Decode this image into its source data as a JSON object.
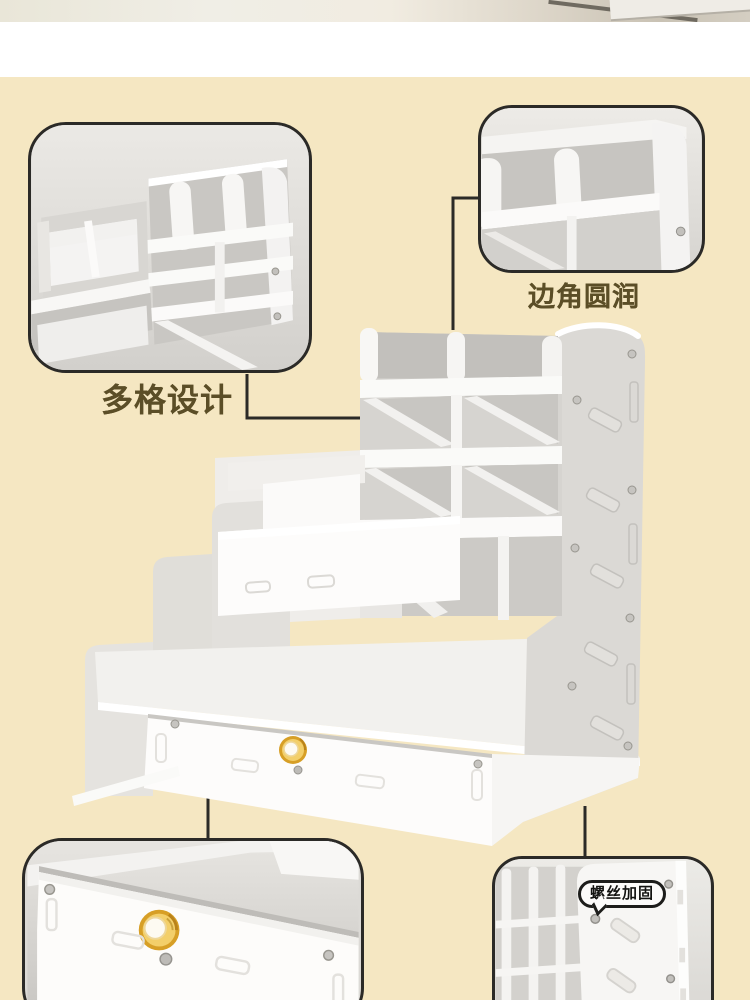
{
  "page": {
    "background_color": "#f5e7c2",
    "top_white_band": "#ffffff"
  },
  "labels": {
    "multi_grid": "多格设计",
    "rounded_corners": "边角圆润",
    "screw_reinforced": "螺丝加固"
  },
  "colors": {
    "background_beige": "#f5e7c2",
    "callout_border": "#2b2a27",
    "connector_line": "#2b2a27",
    "label_text": "#5b4e27",
    "product_white": "#fbfaf9",
    "photo_gray": "#d6d4d0",
    "knob_gold": "#e9b83e"
  },
  "photos": {
    "main": "white-desk-organizer-with-stair-shelves-and-drawer",
    "top_left": "multi-compartment-closeup",
    "top_right": "rounded-top-corner-closeup",
    "bottom_left": "drawer-with-crystal-gold-knob-closeup",
    "bottom_right": "side-panel-with-screws-closeup"
  }
}
